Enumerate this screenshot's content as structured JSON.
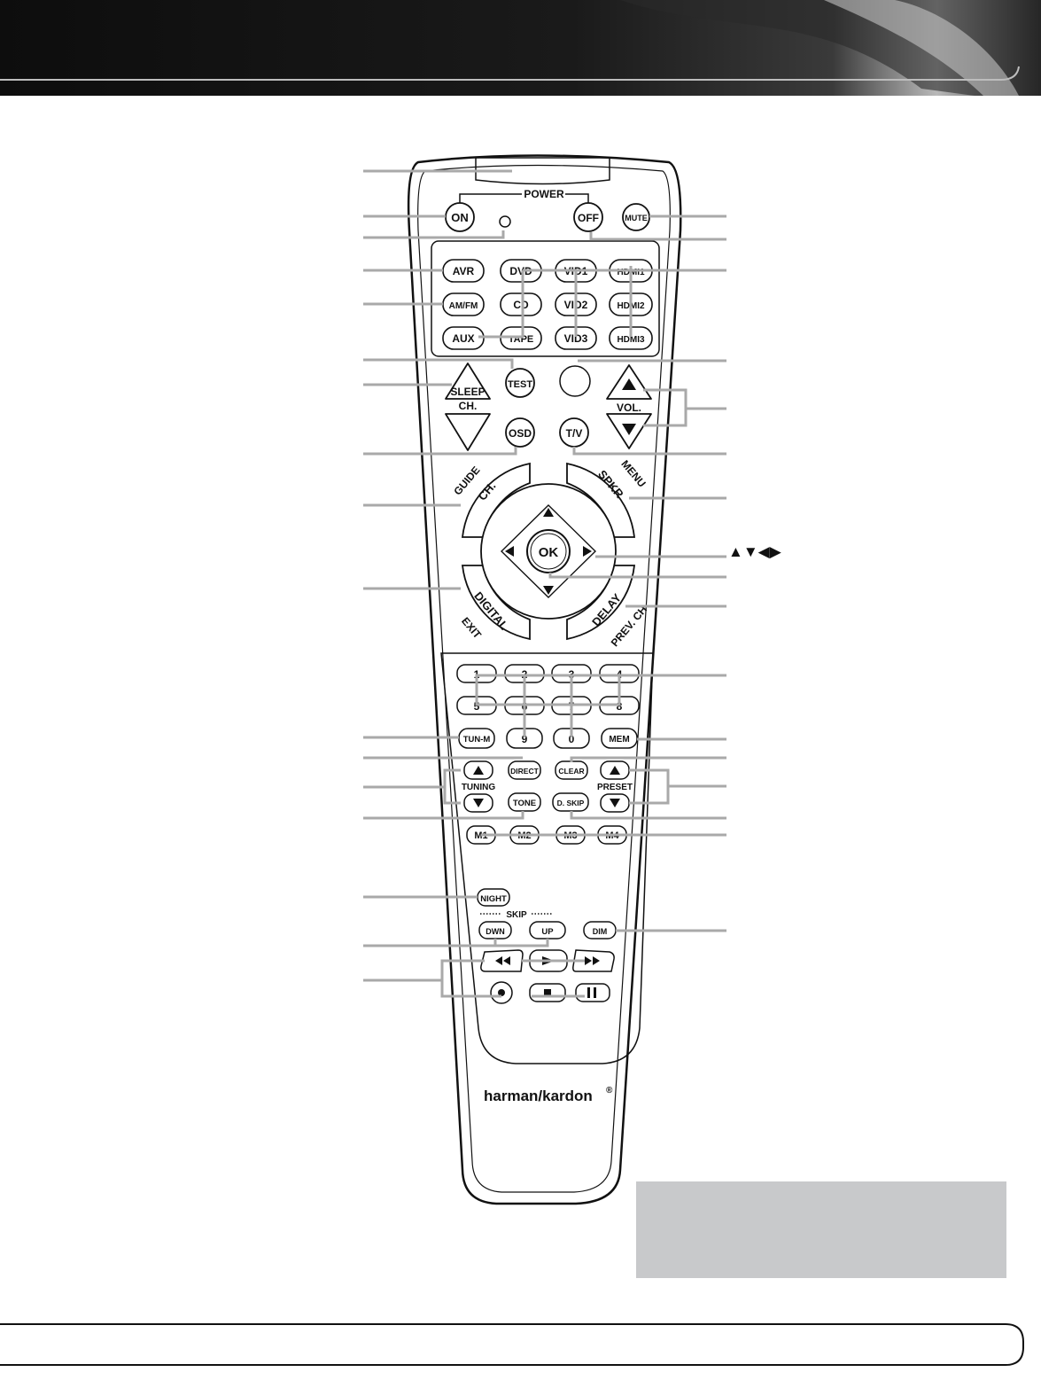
{
  "header": {
    "band_color": "#0f0f0f"
  },
  "remote": {
    "power_label": "POWER",
    "buttons": {
      "on": "ON",
      "off": "OFF",
      "mute": "MUTE",
      "avr": "AVR",
      "dvd": "DVD",
      "vid1": "VID1",
      "hdmi1": "HDMI1",
      "amfm": "AM/FM",
      "cd": "CD",
      "vid2": "VID2",
      "hdmi2": "HDMI2",
      "aux": "AUX",
      "tape": "TAPE",
      "vid3": "VID3",
      "hdmi3": "HDMI3",
      "test": "TEST",
      "sleep": "SLEEP",
      "osd": "OSD",
      "tv": "T/V",
      "ok": "OK",
      "n1": "1",
      "n2": "2",
      "n3": "3",
      "n4": "4",
      "n5": "5",
      "n6": "6",
      "n7": "7",
      "n8": "8",
      "tunm": "TUN-M",
      "n9": "9",
      "n0": "0",
      "mem": "MEM",
      "direct": "DIRECT",
      "clear": "CLEAR",
      "tone": "TONE",
      "dskip": "D. SKIP",
      "m1": "M1",
      "m2": "M2",
      "m3": "M3",
      "m4": "M4",
      "night": "NIGHT",
      "dwn": "DWN",
      "up": "UP",
      "dim": "DIM"
    },
    "labels": {
      "ch_small": "CH.",
      "vol": "VOL.",
      "guide": "GUIDE",
      "ch_arc": "CH.",
      "menu": "MENU",
      "spkr": "SPKR",
      "digital": "DIGITAL",
      "exit": "EXIT",
      "delay": "DELAY",
      "prevch": "PREV. CH",
      "tuning": "TUNING",
      "preset": "PRESET",
      "skip": "SKIP"
    },
    "brand": "harman/kardon",
    "brand_mark": "®"
  },
  "callouts": {
    "arrows_label": "▲▼◀▶"
  },
  "colors": {
    "leader_line": "#a9a9a9",
    "note_box": "#c8c9cb",
    "ink": "#111111"
  }
}
